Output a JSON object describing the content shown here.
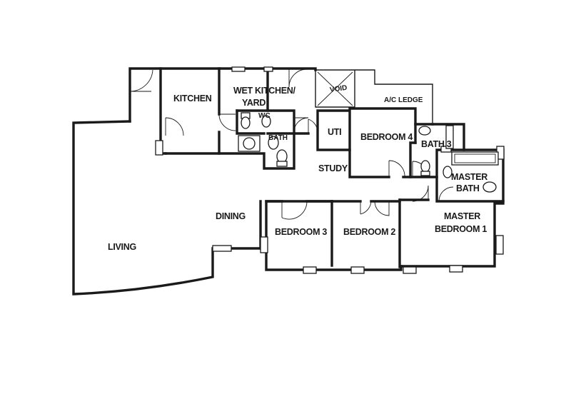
{
  "rooms": {
    "kitchen": "KITCHEN",
    "wet_kitchen_line1": "WET KITCHEN/",
    "wet_kitchen_line2": "YARD",
    "wc": "WC",
    "bath": "BATH",
    "void": "VOID",
    "ac_ledge": "A/C LEDGE",
    "uti": "UTI",
    "bedroom4": "BEDROOM 4",
    "bath3": "BATH 3",
    "master_bath_line1": "MASTER",
    "master_bath_line2": "BATH",
    "study": "STUDY",
    "dining": "DINING",
    "living": "LIVING",
    "bedroom3": "BEDROOM 3",
    "bedroom2": "BEDROOM 2",
    "master_bedroom_line1": "MASTER",
    "master_bedroom_line2": "BEDROOM 1"
  }
}
